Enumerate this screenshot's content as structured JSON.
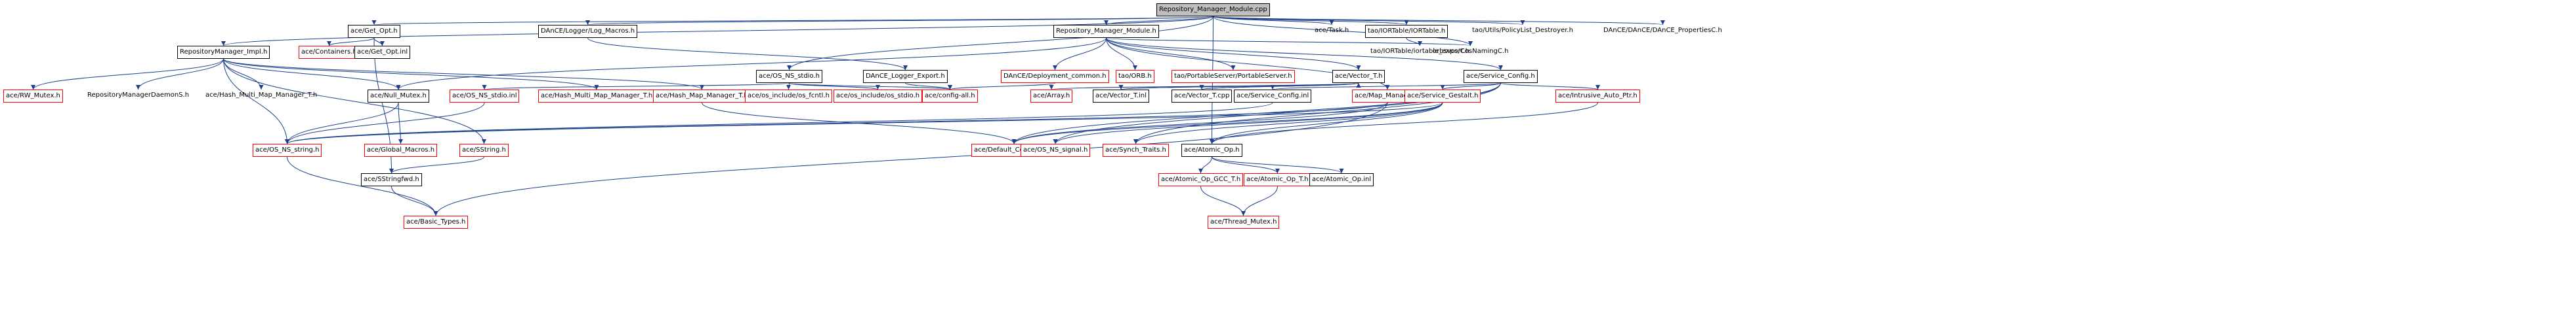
{
  "nodes": [
    {
      "id": "root",
      "label": "Repository_Manager_Module.cpp",
      "style": "root"
    },
    {
      "id": "task",
      "label": "ace/Task.h",
      "style": "plain"
    },
    {
      "id": "iortable",
      "label": "tao/IORTable/IORTable.h",
      "style": "black"
    },
    {
      "id": "policylist",
      "label": "tao/Utils/PolicyList_Destroyer.h",
      "style": "plain"
    },
    {
      "id": "dancepropc",
      "label": "DAnCE/DAnCE/DAnCE_PropertiesC.h",
      "style": "plain"
    },
    {
      "id": "getopt",
      "label": "ace/Get_Opt.h",
      "style": "black"
    },
    {
      "id": "logmacros",
      "label": "DAnCE/Logger/Log_Macros.h",
      "style": "black"
    },
    {
      "id": "repmodh",
      "label": "Repository_Manager_Module.h",
      "style": "black"
    },
    {
      "id": "cosnaming",
      "label": "orbsvcs/CosNamingC.h",
      "style": "plain"
    },
    {
      "id": "ioexport",
      "label": "tao/IORTable/iortable_export.h",
      "style": "plain"
    },
    {
      "id": "repimpl",
      "label": "RepositoryManager_Impl.h",
      "style": "black"
    },
    {
      "id": "containers",
      "label": "ace/Containers.h",
      "style": "red"
    },
    {
      "id": "getoptinl",
      "label": "ace/Get_Opt.inl",
      "style": "black"
    },
    {
      "id": "osnsstdio",
      "label": "ace/OS_NS_stdio.h",
      "style": "black"
    },
    {
      "id": "loggerexport",
      "label": "DAnCE_Logger_Export.h",
      "style": "black"
    },
    {
      "id": "depcommon",
      "label": "DAnCE/Deployment_common.h",
      "style": "red"
    },
    {
      "id": "orb",
      "label": "tao/ORB.h",
      "style": "red"
    },
    {
      "id": "pserver",
      "label": "tao/PortableServer/PortableServer.h",
      "style": "red"
    },
    {
      "id": "vectort",
      "label": "ace/Vector_T.h",
      "style": "black"
    },
    {
      "id": "svcconfig",
      "label": "ace/Service_Config.h",
      "style": "black"
    },
    {
      "id": "rwmutex",
      "label": "ace/RW_Mutex.h",
      "style": "red"
    },
    {
      "id": "daemons",
      "label": "RepositoryManagerDaemonS.h",
      "style": "plain"
    },
    {
      "id": "hashmultt",
      "label": "ace/Hash_Multi_Map_Manager_T.h",
      "style": "plain"
    },
    {
      "id": "nullmutex",
      "label": "ace/Null_Mutex.h",
      "style": "black"
    },
    {
      "id": "osnsstdioinl",
      "label": "ace/OS_NS_stdio.inl",
      "style": "red"
    },
    {
      "id": "hashmultth",
      "label": "ace/Hash_Multi_Map_Manager_T.h",
      "style": "red"
    },
    {
      "id": "hashmapt",
      "label": "ace/Hash_Map_Manager_T.h",
      "style": "red"
    },
    {
      "id": "osfcntl",
      "label": "ace/os_include/os_fcntl.h",
      "style": "red"
    },
    {
      "id": "osstdio",
      "label": "ace/os_include/os_stdio.h",
      "style": "red"
    },
    {
      "id": "configall",
      "label": "ace/config-all.h",
      "style": "red"
    },
    {
      "id": "array",
      "label": "ace/Array.h",
      "style": "red"
    },
    {
      "id": "vectortinl",
      "label": "ace/Vector_T.inl",
      "style": "black"
    },
    {
      "id": "vectortcpp",
      "label": "ace/Vector_T.cpp",
      "style": "black"
    },
    {
      "id": "svcconfiginl",
      "label": "ace/Service_Config.inl",
      "style": "black"
    },
    {
      "id": "mapmanager",
      "label": "ace/Map_Manager.h",
      "style": "red"
    },
    {
      "id": "svcgestalt",
      "label": "ace/Service_Gestalt.h",
      "style": "red"
    },
    {
      "id": "intrusive",
      "label": "ace/Intrusive_Auto_Ptr.h",
      "style": "red"
    },
    {
      "id": "osnsstring",
      "label": "ace/OS_NS_string.h",
      "style": "red"
    },
    {
      "id": "globalmacros",
      "label": "ace/Global_Macros.h",
      "style": "red"
    },
    {
      "id": "sstring",
      "label": "ace/SString.h",
      "style": "red"
    },
    {
      "id": "defconst",
      "label": "ace/Default_Constants.h",
      "style": "red"
    },
    {
      "id": "osnssignal",
      "label": "ace/OS_NS_signal.h",
      "style": "red"
    },
    {
      "id": "synchtraits",
      "label": "ace/Synch_Traits.h",
      "style": "red"
    },
    {
      "id": "atomicop",
      "label": "ace/Atomic_Op.h",
      "style": "black"
    },
    {
      "id": "sstringfwd",
      "label": "ace/SStringfwd.h",
      "style": "black"
    },
    {
      "id": "atomicgcc",
      "label": "ace/Atomic_Op_GCC_T.h",
      "style": "red"
    },
    {
      "id": "atomict",
      "label": "ace/Atomic_Op_T.h",
      "style": "red"
    },
    {
      "id": "atomicinl",
      "label": "ace/Atomic_Op.inl",
      "style": "black"
    },
    {
      "id": "basictypes",
      "label": "ace/Basic_Types.h",
      "style": "red"
    },
    {
      "id": "threadmutex",
      "label": "ace/Thread_Mutex.h",
      "style": "red"
    }
  ],
  "edges": [
    [
      "root",
      "task"
    ],
    [
      "root",
      "iortable"
    ],
    [
      "root",
      "policylist"
    ],
    [
      "root",
      "dancepropc"
    ],
    [
      "root",
      "getopt"
    ],
    [
      "root",
      "logmacros"
    ],
    [
      "root",
      "repmodh"
    ],
    [
      "root",
      "cosnaming"
    ],
    [
      "root",
      "repimpl"
    ],
    [
      "root",
      "osnsstdio"
    ],
    [
      "root",
      "atomicop"
    ],
    [
      "iortable",
      "ioexport"
    ],
    [
      "getopt",
      "containers"
    ],
    [
      "getopt",
      "getoptinl"
    ],
    [
      "getopt",
      "sstringfwd"
    ],
    [
      "logmacros",
      "loggerexport"
    ],
    [
      "loggerexport",
      "configall"
    ],
    [
      "repmodh",
      "depcommon"
    ],
    [
      "repmodh",
      "orb"
    ],
    [
      "repmodh",
      "pserver"
    ],
    [
      "repmodh",
      "vectort"
    ],
    [
      "repmodh",
      "svcconfig"
    ],
    [
      "repmodh",
      "cosnaming"
    ],
    [
      "repmodh",
      "mapmanager"
    ],
    [
      "repmodh",
      "nullmutex"
    ],
    [
      "repimpl",
      "rwmutex"
    ],
    [
      "repimpl",
      "daemons"
    ],
    [
      "repimpl",
      "hashmultt"
    ],
    [
      "repimpl",
      "nullmutex"
    ],
    [
      "repimpl",
      "hashmultth"
    ],
    [
      "repimpl",
      "hashmapt"
    ],
    [
      "repimpl",
      "osnsstring"
    ],
    [
      "repimpl",
      "sstring"
    ],
    [
      "osnsstdio",
      "osnsstdioinl"
    ],
    [
      "osnsstdio",
      "osfcntl"
    ],
    [
      "osnsstdio",
      "osstdio"
    ],
    [
      "osnsstdio",
      "configall"
    ],
    [
      "depcommon",
      "configall"
    ],
    [
      "vectort",
      "array"
    ],
    [
      "vectort",
      "vectortinl"
    ],
    [
      "vectort",
      "vectortcpp"
    ],
    [
      "vectortinl",
      "vectort"
    ],
    [
      "vectortcpp",
      "vectort"
    ],
    [
      "svcconfig",
      "svcconfiginl"
    ],
    [
      "svcconfig",
      "svcgestalt"
    ],
    [
      "svcconfig",
      "intrusive"
    ],
    [
      "svcconfig",
      "osnssignal"
    ],
    [
      "svcconfig",
      "synchtraits"
    ],
    [
      "svcconfig",
      "defconst"
    ],
    [
      "nullmutex",
      "globalmacros"
    ],
    [
      "nullmutex",
      "osnsstring"
    ],
    [
      "osnsstdioinl",
      "osnsstring"
    ],
    [
      "hashmapt",
      "defconst"
    ],
    [
      "svcconfiginl",
      "osnsstring"
    ],
    [
      "mapmanager",
      "osnsstring"
    ],
    [
      "mapmanager",
      "defconst"
    ],
    [
      "mapmanager",
      "basictypes"
    ],
    [
      "svcgestalt",
      "defconst"
    ],
    [
      "svcgestalt",
      "osnssignal"
    ],
    [
      "svcgestalt",
      "synchtraits"
    ],
    [
      "svcgestalt",
      "atomicop"
    ],
    [
      "svcgestalt",
      "osnsstring"
    ],
    [
      "intrusive",
      "atomicop"
    ],
    [
      "osnsstring",
      "basictypes"
    ],
    [
      "sstring",
      "sstringfwd"
    ],
    [
      "sstringfwd",
      "basictypes"
    ],
    [
      "atomicop",
      "atomicgcc"
    ],
    [
      "atomicop",
      "atomict"
    ],
    [
      "atomicop",
      "atomicinl"
    ],
    [
      "atomicgcc",
      "threadmutex"
    ],
    [
      "atomict",
      "threadmutex"
    ]
  ]
}
